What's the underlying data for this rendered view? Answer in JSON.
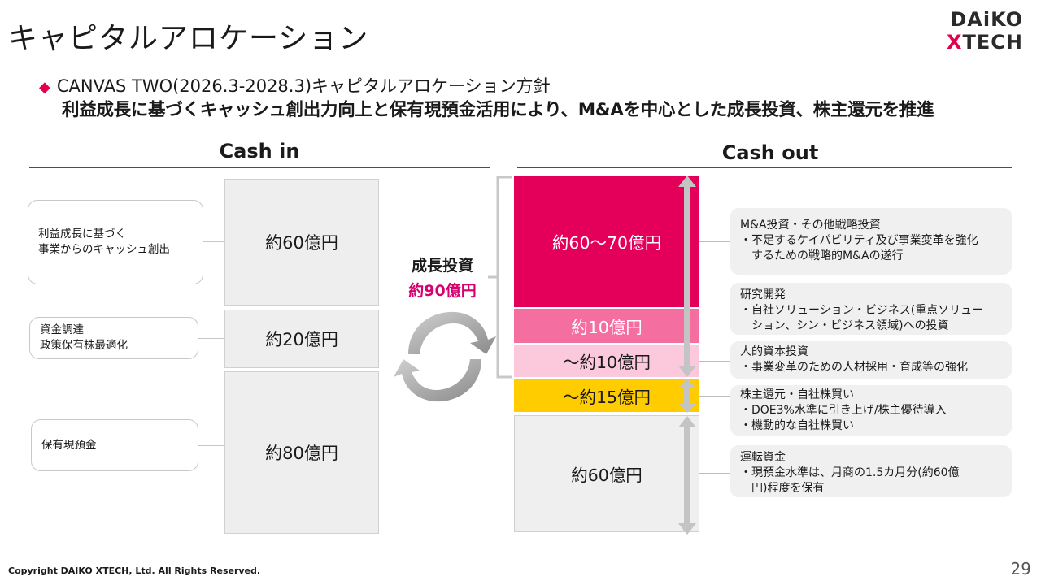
{
  "header": {
    "title": "キャピタルアロケーション",
    "logo_line1": "DAiKO",
    "logo_x": "X",
    "logo_line2": "TECH"
  },
  "policy": {
    "bullet": "CANVAS TWO(2026.3-2028.3)キャピタルアロケーション方針",
    "summary": "利益成長に基づくキャッシュ創出力向上と保有現預金活用により、M&Aを中心とした成長投資、株主還元を推進"
  },
  "cash_in": {
    "heading": "Cash in",
    "sources": [
      {
        "line1": "利益成長に基づく",
        "line2": "事業からのキャッシュ創出"
      },
      {
        "line1": "資金調達",
        "line2": "政策保有株最適化"
      },
      {
        "line1": "保有現預金",
        "line2": ""
      }
    ],
    "amounts": [
      "約60億円",
      "約20億円",
      "約80億円"
    ]
  },
  "growth": {
    "label": "成長投資",
    "amount": "約90億円"
  },
  "cash_out": {
    "heading": "Cash out",
    "amounts": [
      "約60～70億円",
      "約10億円",
      "～約10億円",
      "～約15億円",
      "約60億円"
    ],
    "colors": [
      "#e4005a",
      "#f46ea0",
      "#fbc8dc",
      "#ffcc00",
      "#efefef"
    ],
    "descriptions": [
      {
        "title": "M&A投資・その他戦略投資",
        "l1": "・不足するケイパビリティ及び事業変革を強化",
        "l2": "するための戦略的M&Aの遂行"
      },
      {
        "title": "研究開発",
        "l1": "・自社ソリューション・ビジネス(重点ソリュー",
        "l2": "ション、シン・ビジネス領域)への投資"
      },
      {
        "title": "人的資本投資",
        "l1": "・事業変革のための人材採用・育成等の強化",
        "l2": ""
      },
      {
        "title": "株主還元・自社株買い",
        "l1": "・DOE3%水準に引き上げ/株主優待導入",
        "l2": "・機動的な自社株買い"
      },
      {
        "title": "運転資金",
        "l1": "・現預金水準は、月商の1.5カ月分(約60億",
        "l2": "円)程度を保有"
      }
    ]
  },
  "footer": {
    "copyright": "Copyright DAIKO XTECH, Ltd. All Rights Reserved.",
    "page": "29"
  }
}
